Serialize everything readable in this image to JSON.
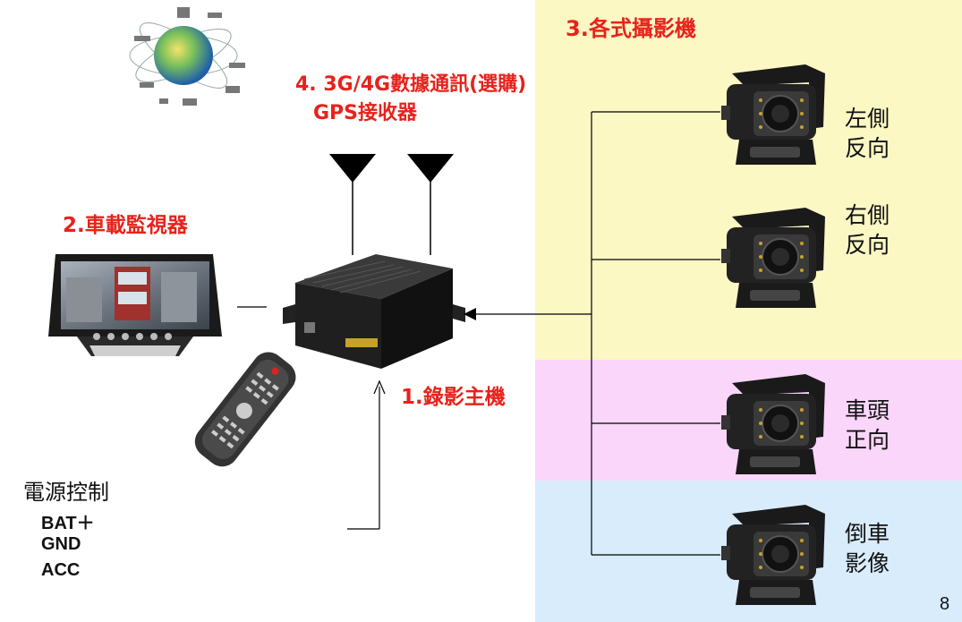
{
  "title_cameras": "3.各式攝影機",
  "title_gps_line1": "4. 3G/4G數據通訊(選購)",
  "title_gps_line2": "GPS接收器",
  "title_monitor": "2.車載監視器",
  "title_dvr": "1.錄影主機",
  "power": {
    "heading": "電源控制",
    "lines": [
      "BAT＋",
      "GND",
      "ACC"
    ]
  },
  "cameras": [
    {
      "line1": "左側",
      "line2": "反向"
    },
    {
      "line1": "右側",
      "line2": "反向"
    },
    {
      "line1": "車頭",
      "line2": "正向"
    },
    {
      "line1": "倒車",
      "line2": "影像"
    }
  ],
  "page_number": "8",
  "colors": {
    "zone_yellow": "#fbf8c4",
    "zone_pink": "#f9d6fa",
    "zone_blue": "#d9ecfc",
    "title_red": "#e8221b"
  }
}
